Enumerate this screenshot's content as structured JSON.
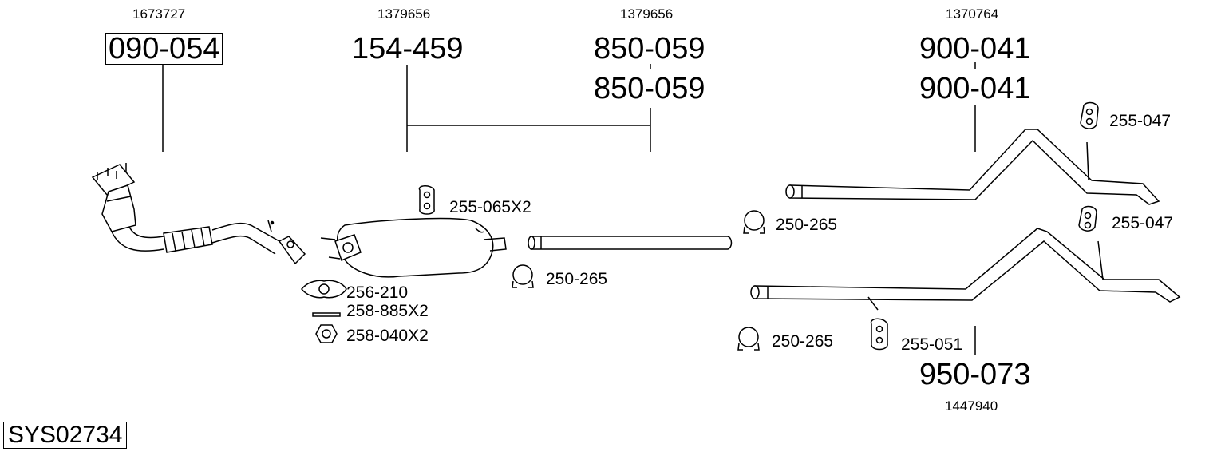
{
  "diagram": {
    "system_code": "SYS02734",
    "components": [
      {
        "oe": "1673727",
        "part": "090-054"
      },
      {
        "oe": "1379656",
        "part": "154-459"
      },
      {
        "oe": "1379656",
        "parts": [
          "850-059",
          "850-059"
        ]
      },
      {
        "oe": "1370764",
        "parts": [
          "900-041",
          "900-041"
        ]
      },
      {
        "oe": "1447940",
        "part": "950-073"
      }
    ],
    "accessories": [
      "255-065X2",
      "250-265",
      "250-265",
      "250-265",
      "256-210",
      "258-885X2",
      "258-040X2",
      "255-047",
      "255-047",
      "255-051"
    ]
  }
}
